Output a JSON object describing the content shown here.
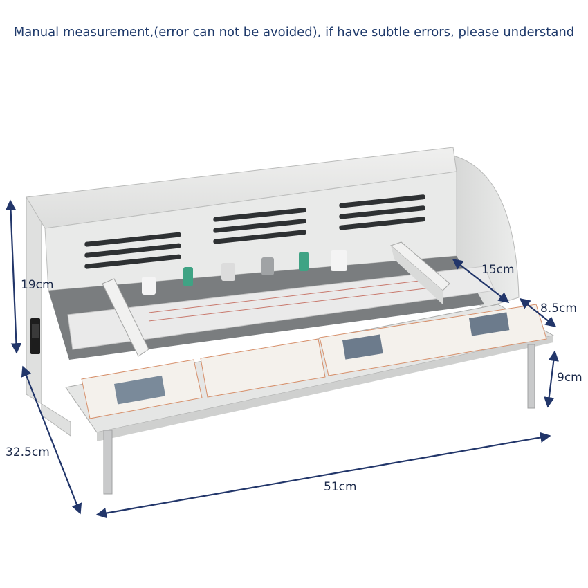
{
  "caption": "Manual measurement,(error can not be avoided), if have subtle errors, please understand",
  "dimensions": {
    "height": "19cm",
    "tray_depth": "15cm",
    "tray_extension": "8.5cm",
    "leg_height": "9cm",
    "depth": "32.5cm",
    "width": "51cm"
  },
  "colors": {
    "arrow": "#22366a",
    "body": "#e6e7e6",
    "label_text": "#1c2a4a"
  }
}
